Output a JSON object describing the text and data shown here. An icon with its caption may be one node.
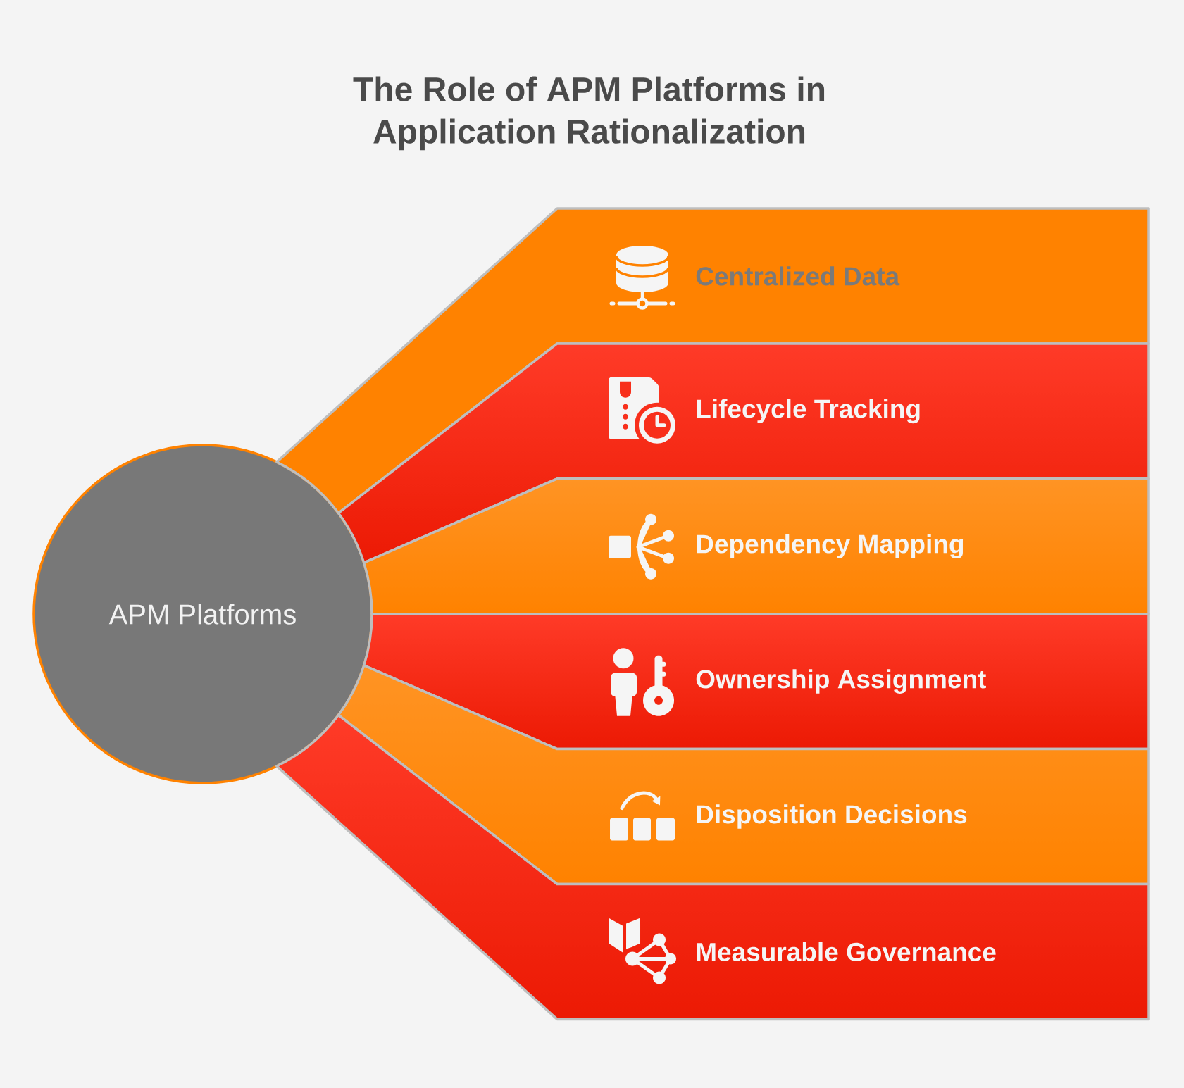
{
  "diagram": {
    "title": "The Role of APM Platforms in Application Rationalization",
    "nodes": [
      {
        "text": [
          "APM Platforms"
        ]
      },
      {
        "text": [
          "Centralized Data"
        ]
      },
      {
        "text": [
          "Lifecycle Tracking"
        ]
      },
      {
        "text": [
          "Dependency Mapping"
        ]
      },
      {
        "text": [
          "Ownership Assignment"
        ]
      },
      {
        "text": [
          "Disposition Decisions"
        ]
      },
      {
        "text": [
          "Measurable Governance"
        ]
      }
    ]
  }
}
